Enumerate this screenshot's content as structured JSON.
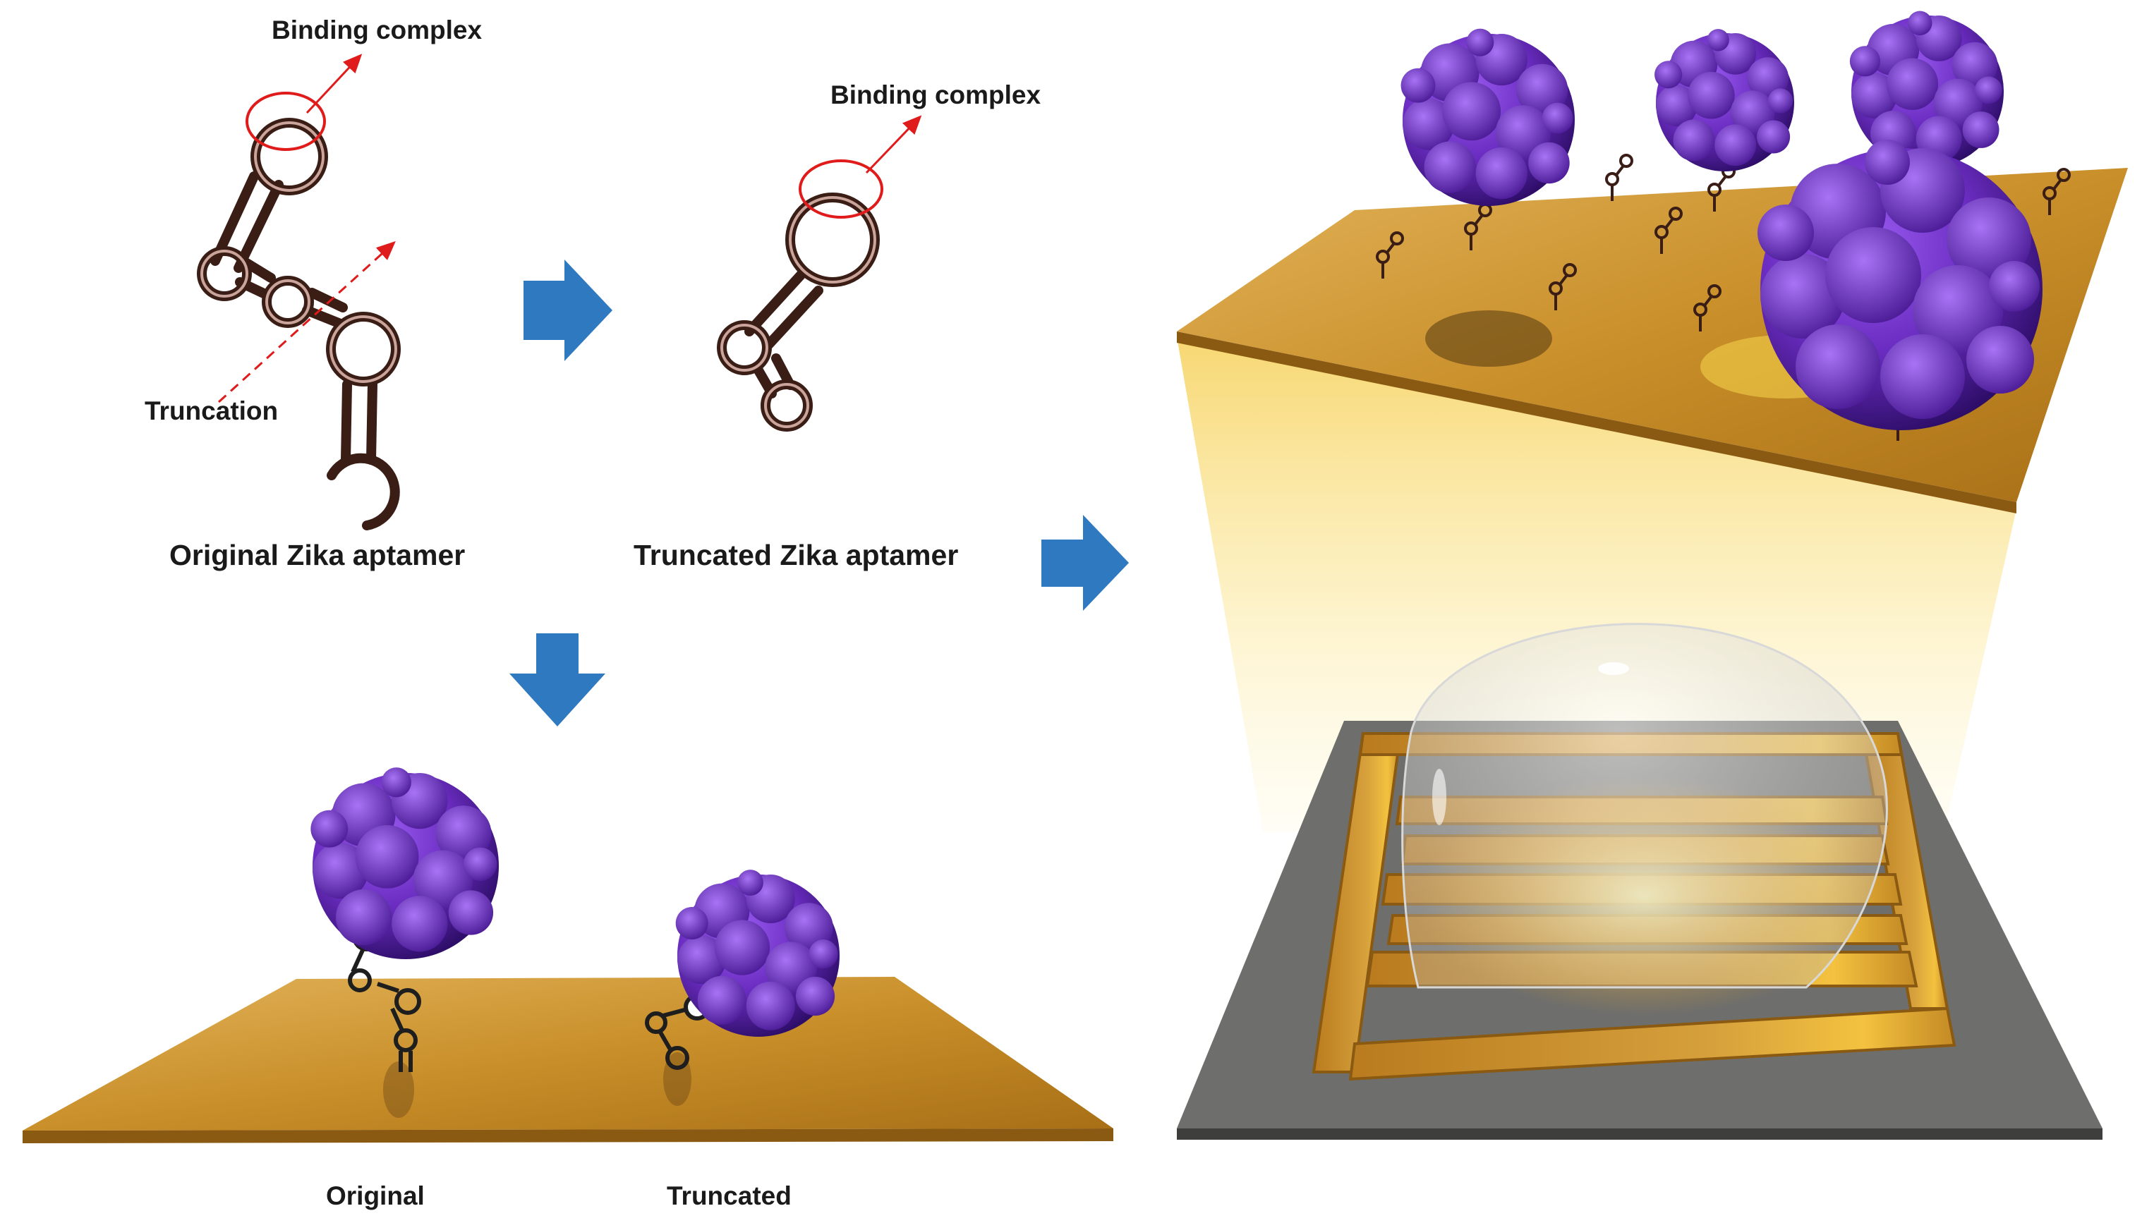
{
  "labels": {
    "binding_complex_1": "Binding complex",
    "binding_complex_2": "Binding complex",
    "truncation": "Truncation",
    "original_aptamer": "Original Zika aptamer",
    "truncated_aptamer": "Truncated Zika aptamer",
    "original": "Original",
    "truncated": "Truncated"
  },
  "colors": {
    "gold": "#c9922a",
    "gold_dark": "#8a5a12",
    "virus_purple": "#6a2cc0",
    "virus_dark": "#3d1480",
    "arrow_blue": "#2f79c0",
    "highlight_red": "#e01b1b",
    "aptamer_brown": "#3a1d14",
    "electrode_gray": "#6e6e6c",
    "glow_yellow": "#fff1a8"
  },
  "icons": {
    "arrow_right_1": "arrow-right-icon",
    "arrow_right_2": "arrow-right-icon",
    "arrow_down": "arrow-down-icon"
  }
}
